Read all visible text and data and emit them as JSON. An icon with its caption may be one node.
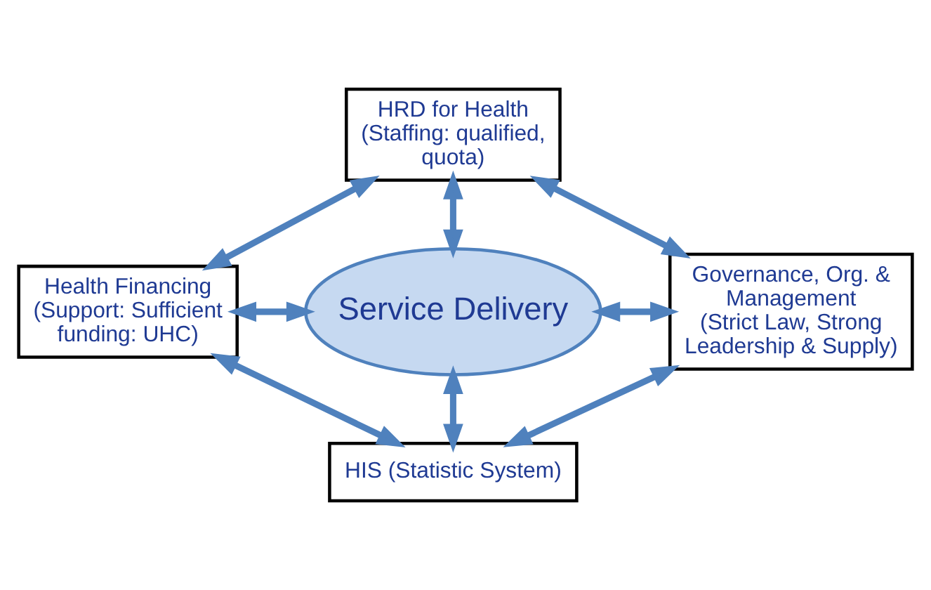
{
  "diagram": {
    "nodes": [
      {
        "text": [
          "HRD for Health",
          "(Staffing: qualified, quota)"
        ]
      },
      {
        "text": [
          "Health Financing",
          "(Support: Sufficient funding: UHC)"
        ]
      },
      {
        "text": [
          "Service Delivery"
        ]
      },
      {
        "text": [
          "Governance, Org. & Management",
          "(Strict Law, Strong Leadership & Supply)"
        ]
      },
      {
        "text": [
          "HIS (Statistic System)"
        ]
      }
    ],
    "edges": [
      {
        "from": 1,
        "to": 0,
        "arrow": "both"
      },
      {
        "from": 2,
        "to": 0,
        "arrow": "both"
      },
      {
        "from": 0,
        "to": 3,
        "arrow": "both"
      },
      {
        "from": 1,
        "to": 2,
        "arrow": "both"
      },
      {
        "from": 2,
        "to": 3,
        "arrow": "both"
      },
      {
        "from": 1,
        "to": 4,
        "arrow": "both"
      },
      {
        "from": 2,
        "to": 4,
        "arrow": "both"
      },
      {
        "from": 4,
        "to": 3,
        "arrow": "both"
      }
    ]
  }
}
